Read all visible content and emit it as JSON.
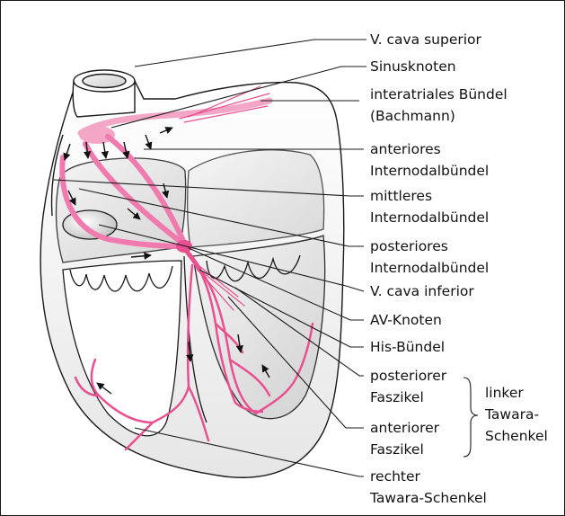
{
  "labels": {
    "v_cava_superior": "V. cava superior",
    "sinusknoten": "Sinusknoten",
    "interatriales_1": "interatriales Bündel",
    "interatriales_2": "(Bachmann)",
    "anteriores_1": "anteriores",
    "anteriores_2": "Internodalbündel",
    "mittleres_1": "mittleres",
    "mittleres_2": "Internodalbündel",
    "posteriores_1": "posteriores",
    "posteriores_2": "Internodalbündel",
    "v_cava_inferior": "V. cava inferior",
    "av_knoten": "AV-Knoten",
    "his_buendel": "His-Bündel",
    "posteriorer_1": "posteriorer",
    "posteriorer_2": "Faszikel",
    "anteriorer_1": "anteriorer",
    "anteriorer_2": "Faszikel",
    "linker_1": "linker",
    "linker_2": "Tawara-",
    "linker_3": "Schenkel",
    "rechter_1": "rechter",
    "rechter_2": "Tawara-Schenkel"
  },
  "colors": {
    "conduction": "#e8508f",
    "conduction_light": "#f4a6c6",
    "outline": "#1a1a1a",
    "shade": "#e2e2e2"
  }
}
